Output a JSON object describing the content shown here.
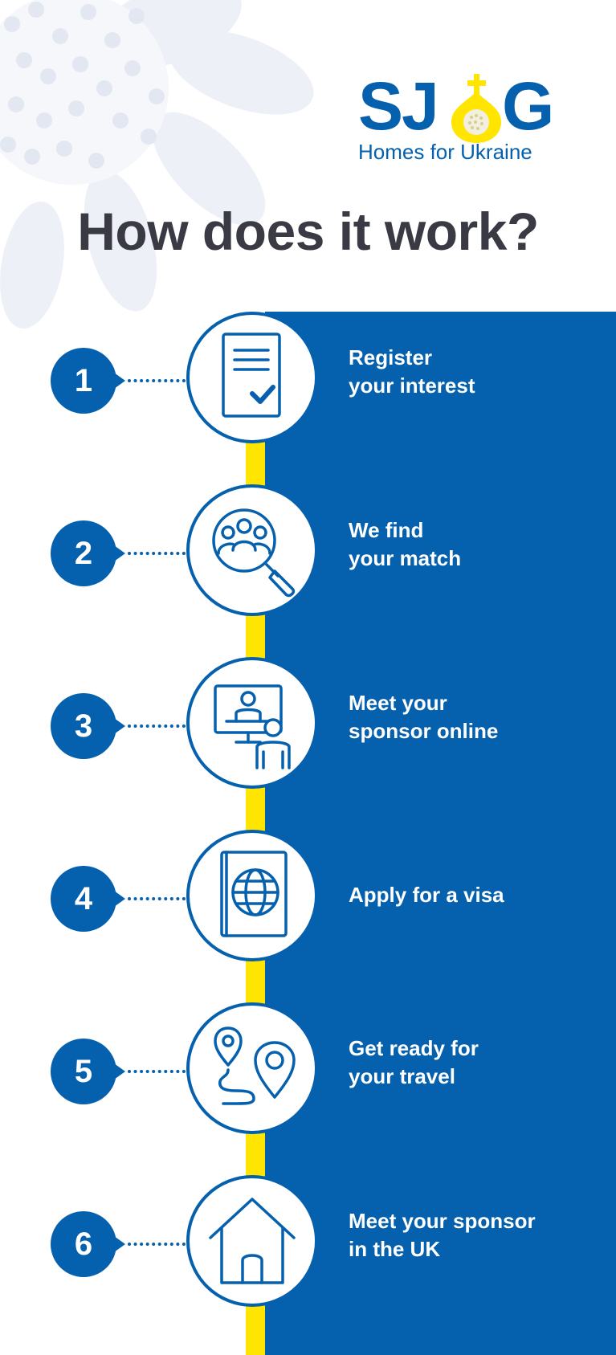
{
  "logo": {
    "letters_left": "SJ",
    "letter_right": "G",
    "subtitle": "Homes for Ukraine"
  },
  "title": "How does it work?",
  "colors": {
    "brand_blue": "#0560AE",
    "accent_yellow": "#FFE500",
    "title_gray": "#3a3a45",
    "background": "#ffffff"
  },
  "steps": [
    {
      "number": "1",
      "line1": "Register",
      "line2": "your interest",
      "icon": "document-check-icon"
    },
    {
      "number": "2",
      "line1": "We find",
      "line2": "your match",
      "icon": "people-search-icon"
    },
    {
      "number": "3",
      "line1": "Meet your",
      "line2": "sponsor online",
      "icon": "video-call-icon"
    },
    {
      "number": "4",
      "line1": "Apply for a visa",
      "line2": "",
      "icon": "passport-icon"
    },
    {
      "number": "5",
      "line1": "Get ready for",
      "line2": "your travel",
      "icon": "route-pins-icon"
    },
    {
      "number": "6",
      "line1": "Meet your sponsor",
      "line2": "in the UK",
      "icon": "house-icon"
    }
  ]
}
